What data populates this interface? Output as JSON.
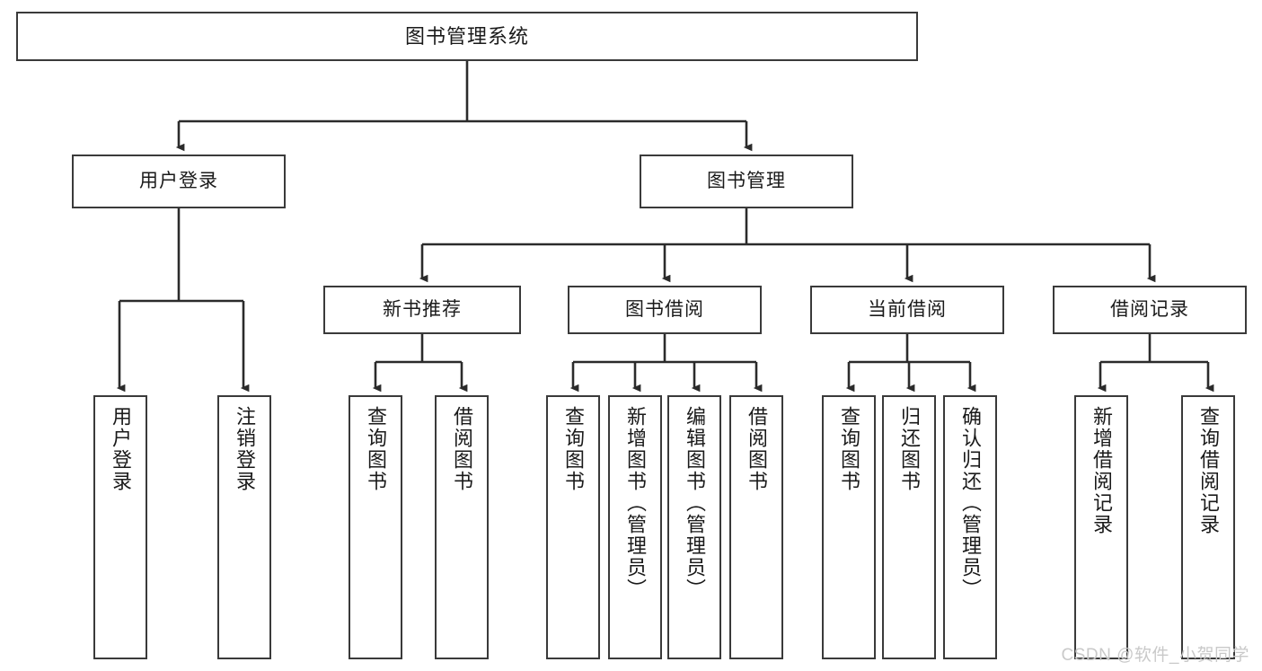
{
  "diagram": {
    "title": "图书管理系统",
    "type": "tree",
    "watermark": "CSDN @软件_小贺同学",
    "colors": {
      "box_border": "#3a3a3a",
      "box_fill": "#ffffff",
      "connector": "#2b2b2b",
      "text": "#1a1a1a",
      "watermark": "#c9c9c9",
      "background": "#ffffff"
    },
    "root": {
      "label": "图书管理系统"
    },
    "level1": [
      {
        "label": "用户登录"
      },
      {
        "label": "图书管理"
      }
    ],
    "level2": [
      {
        "label": "新书推荐"
      },
      {
        "label": "图书借阅"
      },
      {
        "label": "当前借阅"
      },
      {
        "label": "借阅记录"
      }
    ],
    "leaves": {
      "user_login": [
        {
          "label": "用户登录"
        },
        {
          "label": "注销登录"
        }
      ],
      "new_book_recommend": [
        {
          "label": "查询图书"
        },
        {
          "label": "借阅图书"
        }
      ],
      "book_borrow": [
        {
          "label": "查询图书"
        },
        {
          "label": "新增图书（管理员）"
        },
        {
          "label": "编辑图书（管理员）"
        },
        {
          "label": "借阅图书"
        }
      ],
      "current_borrow": [
        {
          "label": "查询图书"
        },
        {
          "label": "归还图书"
        },
        {
          "label": "确认归还（管理员）"
        }
      ],
      "borrow_record": [
        {
          "label": "新增借阅记录"
        },
        {
          "label": "查询借阅记录"
        }
      ]
    }
  }
}
